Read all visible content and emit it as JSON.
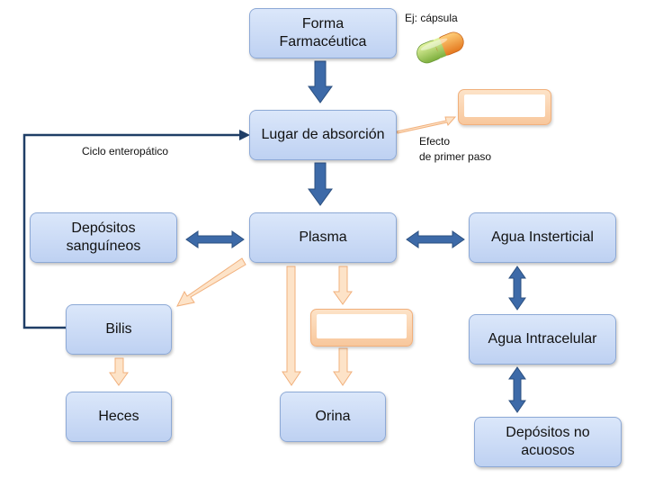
{
  "nodes": {
    "forma": "Forma Farmacéutica",
    "lugar": "Lugar de absorción",
    "plasma": "Plasma",
    "depositos_sang": "Depósitos sanguíneos",
    "agua_inters": "Agua Insterticial",
    "agua_intra": "Agua Intracelular",
    "depositos_no": "Depósitos no acuosos",
    "bilis": "Bilis",
    "heces": "Heces",
    "orina": "Orina"
  },
  "labels": {
    "ejemplo": "Ej: cápsula",
    "efecto_l1": "Efecto",
    "efecto_l2": "de primer paso",
    "ciclo": "Ciclo enteropático"
  },
  "colors": {
    "box_fill": "#c9daf4",
    "box_border": "#8da9d6",
    "arrow_blue": "#3d6aa8",
    "arrow_orange": "#f8c79c",
    "arrow_orange_border": "#f1b07c",
    "cycle_line": "#1f3e66"
  },
  "icons": {
    "capsule": "capsule-icon"
  }
}
